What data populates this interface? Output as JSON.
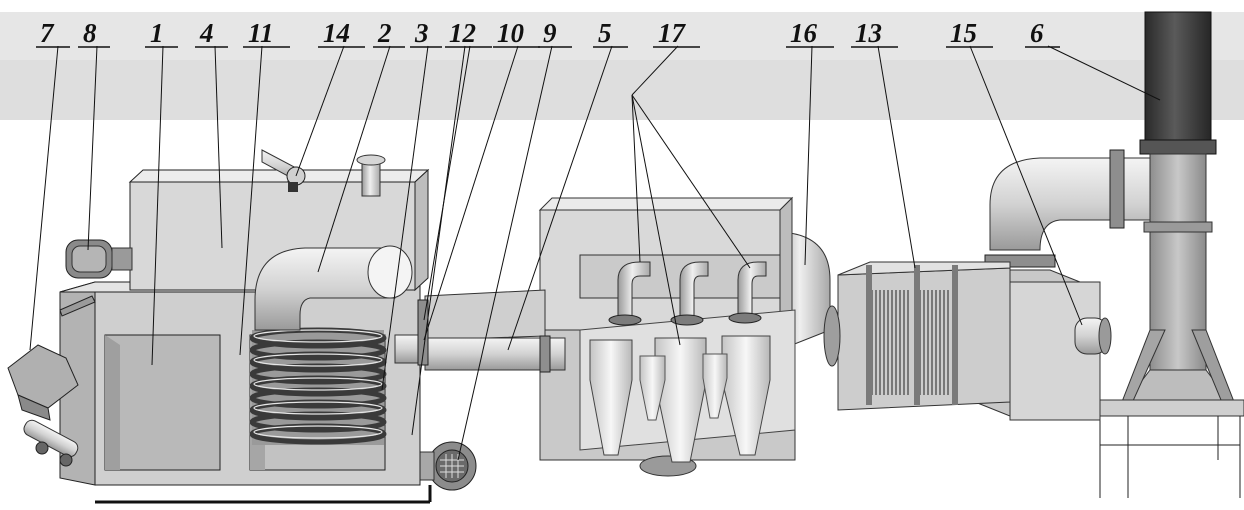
{
  "figure": {
    "background": "#ffffff",
    "band_color": "#e6e6e6",
    "metal_light": "#dcdcdc",
    "metal_mid": "#bdbdbd",
    "metal_dark": "#8a8a8a",
    "stack_color": "#3e3e3e",
    "callouts": [
      {
        "id": "c7",
        "label": "7"
      },
      {
        "id": "c8",
        "label": "8"
      },
      {
        "id": "c1",
        "label": "1"
      },
      {
        "id": "c4",
        "label": "4"
      },
      {
        "id": "c11",
        "label": "11"
      },
      {
        "id": "c14",
        "label": "14"
      },
      {
        "id": "c2",
        "label": "2"
      },
      {
        "id": "c3",
        "label": "3"
      },
      {
        "id": "c12",
        "label": "12"
      },
      {
        "id": "c10",
        "label": "10"
      },
      {
        "id": "c9",
        "label": "9"
      },
      {
        "id": "c5",
        "label": "5"
      },
      {
        "id": "c17",
        "label": "17"
      },
      {
        "id": "c16",
        "label": "16"
      },
      {
        "id": "c13",
        "label": "13"
      },
      {
        "id": "c15",
        "label": "15"
      },
      {
        "id": "c6",
        "label": "6"
      }
    ]
  }
}
